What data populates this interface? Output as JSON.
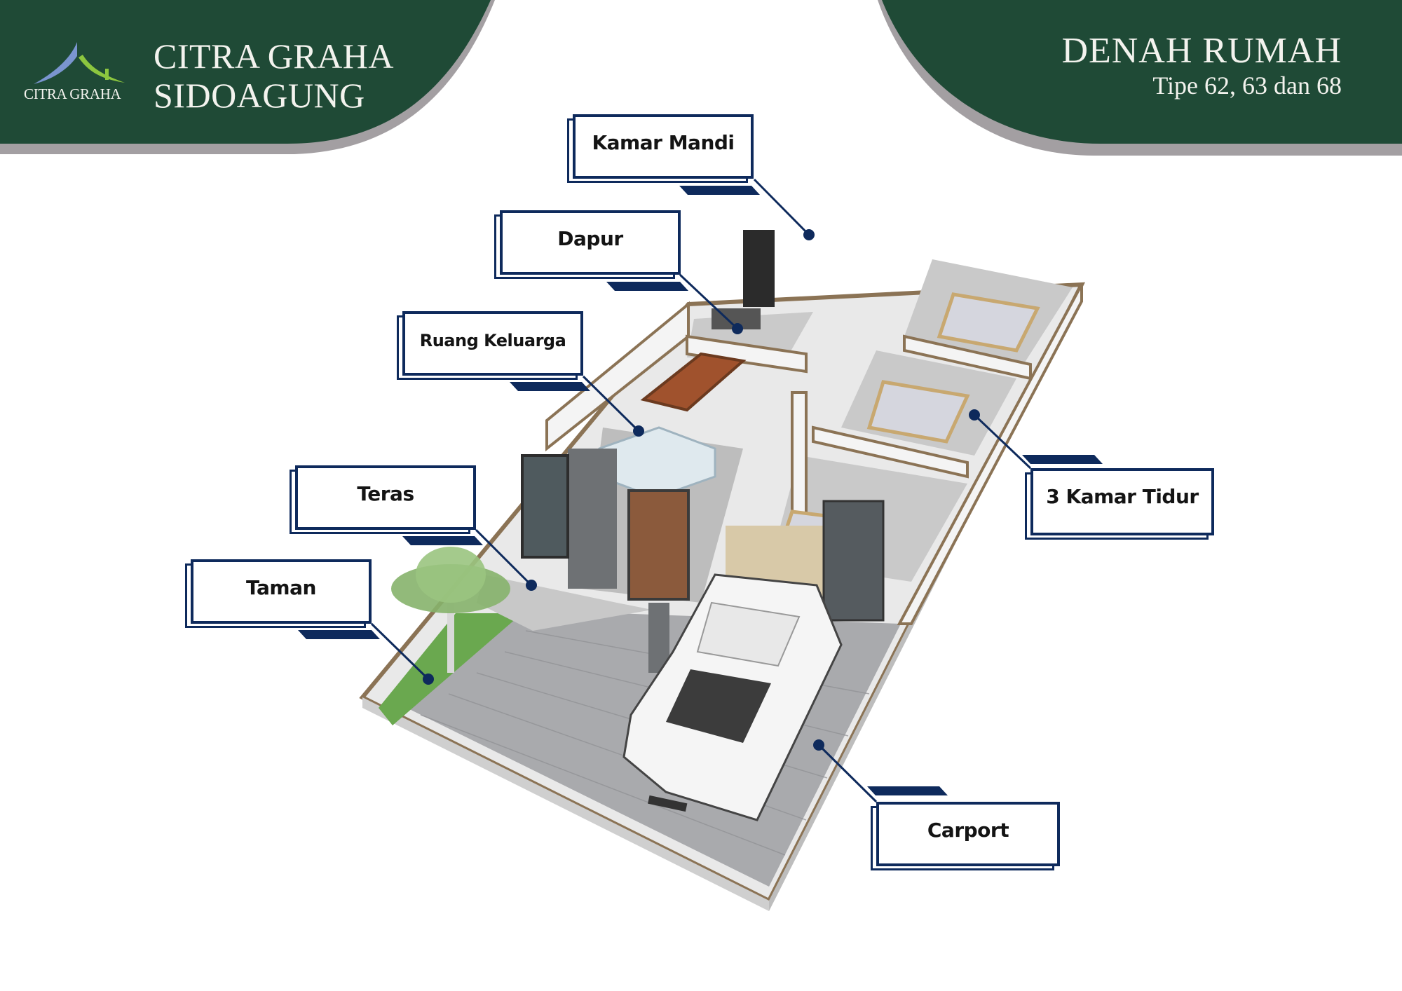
{
  "header": {
    "logo_text": "CITRA GRAHA",
    "brand_line1": "CITRA GRAHA",
    "brand_line2": "SIDOAGUNG",
    "title": "DENAH RUMAH",
    "subtitle": "Tipe 62, 63 dan 68"
  },
  "labels": {
    "kamar_mandi": "Kamar Mandi",
    "dapur": "Dapur",
    "ruang_keluarga": "Ruang Keluarga",
    "teras": "Teras",
    "taman": "Taman",
    "kamar_tidur": "3 Kamar Tidur",
    "carport": "Carport"
  },
  "colors": {
    "header_green": "#1f4a36",
    "shadow_gray": "#a39fa2",
    "navy": "#0e2a5c"
  }
}
